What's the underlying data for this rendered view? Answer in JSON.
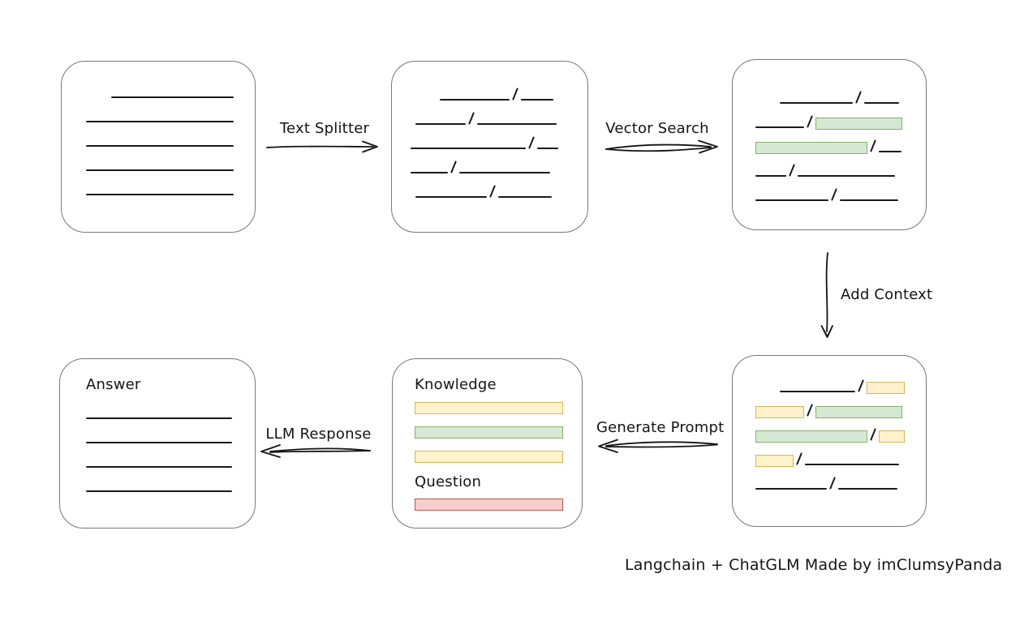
{
  "arrows": {
    "text_splitter": "Text Splitter",
    "vector_search": "Vector Search",
    "add_context": "Add Context",
    "generate_prompt": "Generate Prompt",
    "llm_response": "LLM Response"
  },
  "labels": {
    "knowledge": "Knowledge",
    "question": "Question",
    "answer": "Answer"
  },
  "footer_text": "Langchain + ChatGLM Made by imClumsyPanda",
  "colors": {
    "line_color": "#1a1a1a",
    "box_border": "#787878",
    "chunk_green_fill": "#d5e8d4",
    "chunk_green_border": "#82b366",
    "chunk_yellow_fill": "#fff2cc",
    "chunk_yellow_border": "#d6b656",
    "chunk_red_fill": "#f8cecc",
    "chunk_red_border": "#b85450"
  },
  "boxes": {
    "document": {
      "rows": [
        [
          [
            "gap",
            31
          ],
          [
            "line",
            151
          ]
        ],
        [
          [
            "line",
            182
          ]
        ],
        [
          [
            "line",
            182
          ]
        ],
        [
          [
            "line",
            182
          ]
        ],
        [
          [
            "line",
            182
          ]
        ]
      ]
    },
    "split_chunks": {
      "rows": [
        [
          [
            "gap",
            36
          ],
          [
            "line",
            86
          ],
          [
            "slash"
          ],
          [
            "line",
            40
          ]
        ],
        [
          [
            "gap",
            6
          ],
          [
            "line",
            62
          ],
          [
            "slash"
          ],
          [
            "line",
            98
          ]
        ],
        [
          [
            "line",
            142
          ],
          [
            "slash"
          ],
          [
            "line",
            26
          ]
        ],
        [
          [
            "line",
            46
          ],
          [
            "slash"
          ],
          [
            "line",
            112
          ]
        ],
        [
          [
            "gap",
            6
          ],
          [
            "line",
            88
          ],
          [
            "slash"
          ],
          [
            "line",
            66
          ]
        ]
      ]
    },
    "retrieved_chunks": {
      "rows": [
        [
          [
            "gap",
            30
          ],
          [
            "line",
            90
          ],
          [
            "slash"
          ],
          [
            "line",
            43
          ]
        ],
        [
          [
            "line",
            60
          ],
          [
            "slash"
          ],
          [
            "green",
            107
          ]
        ],
        [
          [
            "green",
            138
          ],
          [
            "slash"
          ],
          [
            "line",
            28
          ]
        ],
        [
          [
            "line",
            38
          ],
          [
            "slash"
          ],
          [
            "line",
            120
          ]
        ],
        [
          [
            "line",
            90
          ],
          [
            "slash"
          ],
          [
            "line",
            72
          ]
        ]
      ]
    },
    "context_chunks": {
      "rows": [
        [
          [
            "gap",
            30
          ],
          [
            "line",
            93
          ],
          [
            "slash"
          ],
          [
            "yellow",
            47
          ]
        ],
        [
          [
            "yellow",
            60
          ],
          [
            "slash"
          ],
          [
            "green",
            107
          ]
        ],
        [
          [
            "green",
            138
          ],
          [
            "slash"
          ],
          [
            "yellow",
            32
          ]
        ],
        [
          [
            "yellow",
            47
          ],
          [
            "slash"
          ],
          [
            "line",
            116
          ]
        ],
        [
          [
            "line",
            88
          ],
          [
            "slash"
          ],
          [
            "line",
            73
          ]
        ]
      ]
    },
    "prompt": {
      "knowledge_rows": [
        [
          [
            "yellow",
            183
          ]
        ],
        [
          [
            "green",
            183
          ]
        ],
        [
          [
            "yellow",
            183
          ]
        ]
      ],
      "question_rows": [
        [
          [
            "red",
            183
          ]
        ]
      ]
    },
    "answer": {
      "rows": [
        [
          [
            "line",
            180
          ]
        ],
        [
          [
            "line",
            180
          ]
        ],
        [
          [
            "line",
            180
          ]
        ],
        [
          [
            "line",
            180
          ]
        ]
      ]
    }
  }
}
